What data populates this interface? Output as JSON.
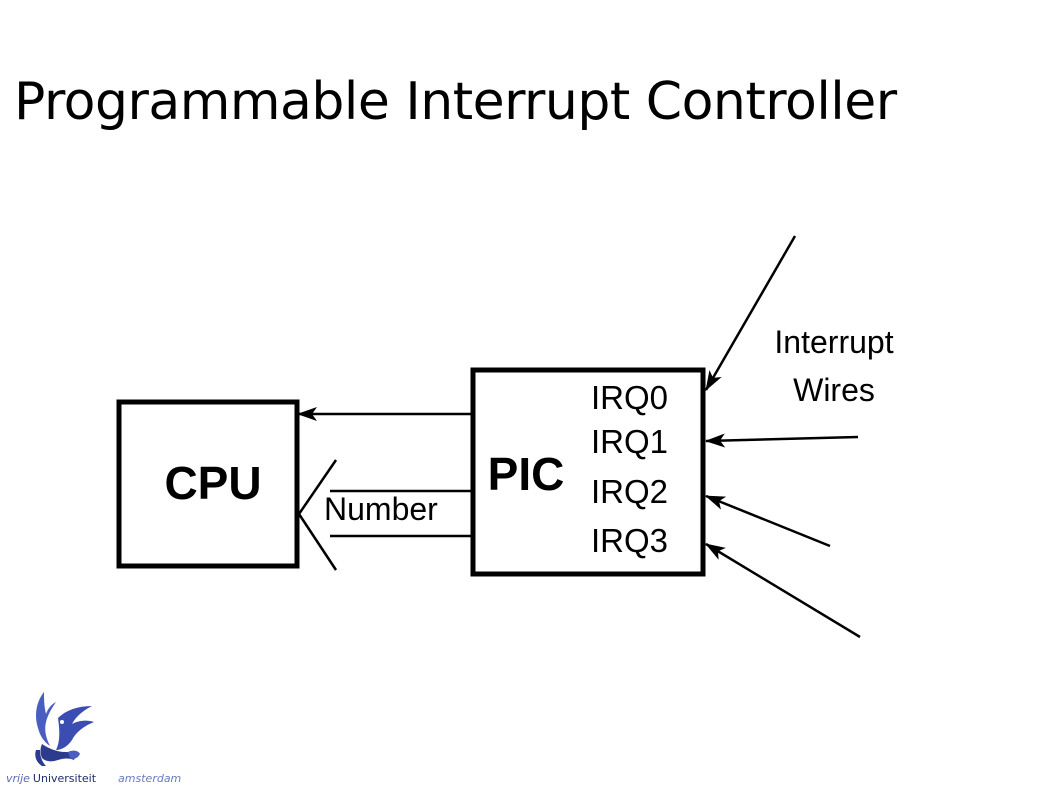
{
  "slide": {
    "title": "Programmable Interrupt Controller"
  },
  "diagram": {
    "cpu_label": "CPU",
    "pic_label": "PIC",
    "number_label": "Number",
    "irq_labels": [
      "IRQ0",
      "IRQ1",
      "IRQ2",
      "IRQ3"
    ],
    "interrupt_wires_label": [
      "Interrupt",
      "Wires"
    ]
  },
  "footer": {
    "university_prefix": "vrije",
    "university_name": "Universiteit",
    "city": "amsterdam",
    "logo_icon": "griffin-logo-icon",
    "brand_color": "#2d3b8e"
  }
}
